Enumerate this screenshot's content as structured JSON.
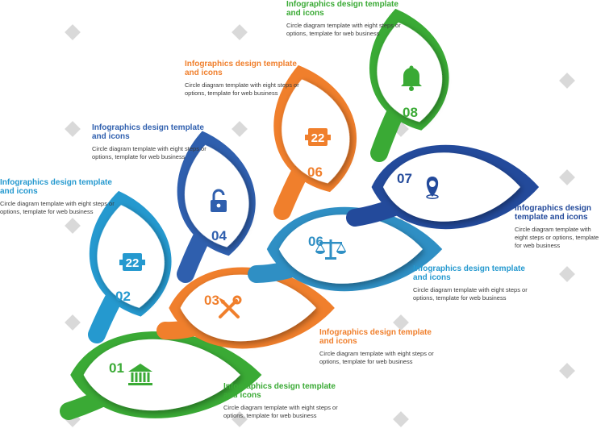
{
  "colors": {
    "green": "#3aaa35",
    "orange": "#f07f2c",
    "blue": "#2f5fae",
    "cyan": "#2599cf",
    "navy": "#234a9b",
    "steel": "#2f8fc4"
  },
  "steps": [
    {
      "number": "01",
      "icon": "bank-icon",
      "color": "green"
    },
    {
      "number": "02",
      "icon": "calendar-22-icon",
      "icon_text": "22",
      "color": "cyan"
    },
    {
      "number": "03",
      "icon": "tools-icon",
      "color": "orange"
    },
    {
      "number": "04",
      "icon": "padlock-icon",
      "color": "blue"
    },
    {
      "number": "06",
      "icon": "balance-scale-icon",
      "color": "steel"
    },
    {
      "number": "06",
      "icon": "calendar-22-icon",
      "icon_text": "22",
      "color": "orange"
    },
    {
      "number": "07",
      "icon": "location-pin-icon",
      "color": "navy"
    },
    {
      "number": "08",
      "icon": "bell-icon",
      "color": "green"
    }
  ],
  "captions": [
    {
      "title": "Infographics design template and icons",
      "body": "Circle diagram template with eight steps or options, template for web business",
      "color": "green"
    },
    {
      "title": "Infographics design template and icons",
      "body": "Circle diagram template with eight steps or options, template for web business",
      "color": "orange"
    },
    {
      "title": "Infographics design template and icons",
      "body": "Circle diagram template with eight steps or options, template for web business",
      "color": "blue"
    },
    {
      "title": "Infographics design template and icons",
      "body": "Circle diagram template with eight steps or options, template for web business",
      "color": "cyan"
    },
    {
      "title": "Infographics design template and icons",
      "body": "Circle diagram template with eight steps or options, template for web business",
      "color": "navy"
    },
    {
      "title": "Infographics design template and icons",
      "body": "Circle diagram template with eight steps or options, template for web business",
      "color": "cyan"
    },
    {
      "title": "Infographics design template and icons",
      "body": "Circle diagram template with eight steps or options, template for web business",
      "color": "orange"
    },
    {
      "title": "Infographics design template and icons",
      "body": "Circle diagram template with eight steps or options, template for web business",
      "color": "green"
    }
  ]
}
